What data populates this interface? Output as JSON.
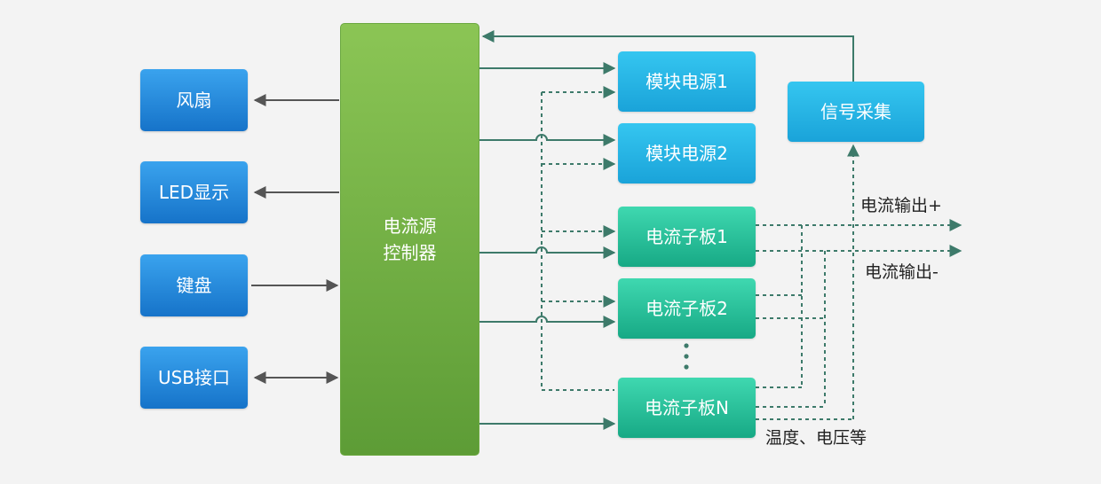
{
  "left_boxes": {
    "fan": "风扇",
    "led": "LED显示",
    "keyboard": "键盘",
    "usb": "USB接口"
  },
  "controller": {
    "line1": "电流源",
    "line2": "控制器"
  },
  "power_modules": {
    "m1": "模块电源1",
    "m2": "模块电源2"
  },
  "sub_boards": {
    "b1": "电流子板1",
    "b2": "电流子板2",
    "bn": "电流子板N"
  },
  "signal": "信号采集",
  "labels": {
    "output_plus": "电流输出+",
    "output_minus": "电流输出-",
    "temp_voltage": "温度、电压等"
  },
  "colors": {
    "arrow_gray": "#555555",
    "arrow_teal": "#3d7a6a",
    "controller_green": "#7cb94a",
    "box_blue": "#1f86d8",
    "box_teal": "#22bf95",
    "box_cyan": "#27b3e3"
  }
}
